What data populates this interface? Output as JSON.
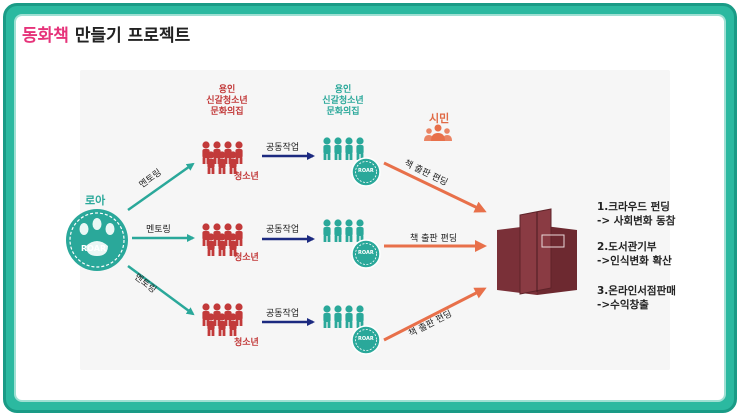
{
  "title": {
    "accent": "동화책",
    "rest": " 만들기 프로젝트"
  },
  "roa": {
    "label": "로아",
    "logo_text": "ROAR"
  },
  "mentoring": [
    "멘토링",
    "멘토링",
    "멘토링"
  ],
  "red_group": {
    "header": "용인\n신갈청소년\n문화의집",
    "caption": "청소년"
  },
  "teal_group": {
    "header": "용인\n신갈청소년\n문화의집",
    "logo_text": "ROAR"
  },
  "co_work": [
    "공동작업",
    "공동작업",
    "공동작업"
  ],
  "citizen": {
    "label": "시민"
  },
  "publish": [
    "책 출판 편딩",
    "책 출판 편딩",
    "책 출판 편딩"
  ],
  "outcomes": [
    "1.크라우드 펀딩",
    "-> 사회변화 동참",
    "2.도서관기부",
    "->인식변화 확산",
    "3.온라인서점판매",
    "->수익창출"
  ],
  "colors": {
    "teal": "#2aa89a",
    "red": "#c23a3a",
    "orange": "#e8704a",
    "navy": "#1c2a80",
    "book": "#7a3038",
    "frame": "#2bb9a0",
    "accent": "#e6337a"
  }
}
